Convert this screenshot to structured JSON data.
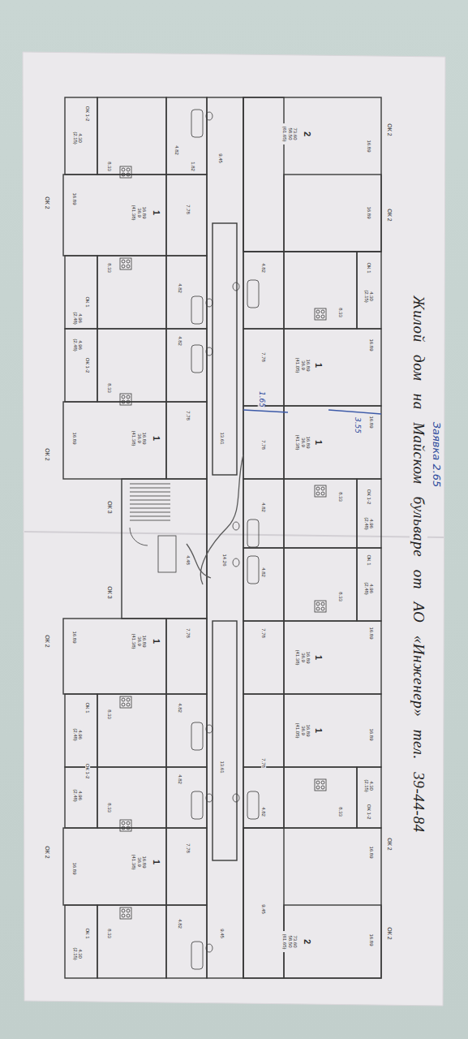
{
  "diagram": {
    "title": "Жилой дом на Майском бульваре от АО «Инженер» тел. 39-44-84",
    "labels": [
      "ОК 1-2",
      "4.30 (2.15)",
      "8.33",
      "4.82",
      "1.82",
      "9.45",
      "ОК 2",
      "16.89",
      "1",
      "16.89 36.9 (41.38)",
      "7.78",
      "8.33",
      "ОК 1",
      "4.96 (2.48)",
      "4.82",
      "ОК 1-2",
      "4.96 (2.48)",
      "8.33",
      "4.82",
      "16.89",
      "1",
      "16.89 36.9 (41.38)",
      "7.78",
      "ОК 2",
      "13.61",
      "ОК 3",
      "ОК 3",
      "4.48",
      "14.26",
      "16.89",
      "1",
      "16.89 36.9 (41.38)",
      "7.78",
      "ОК 2",
      "8.33",
      "ОК 1",
      "4.96 (2.48)",
      "4.82",
      "ОК 1-2",
      "4.96 (2.48)",
      "8.33",
      "4.82",
      "13.61",
      "ОК 2",
      "16.89",
      "1",
      "16.89 36.9 (41.38)",
      "7.78",
      "8.33",
      "ОК 1",
      "4.30 (2.15)",
      "4.82",
      "9.45",
      "2",
      "73.60 58.50 (61.65)",
      "16.89",
      "ОК 2",
      "16.89",
      "ОК 2",
      "4.82",
      "8.33",
      "ОК 1",
      "4.30 (2.15)",
      "16.89",
      "1",
      "16.89 36.9 (41.05)",
      "7.78",
      "1",
      "16.89 36.9 (41.38)",
      "7.78",
      "16.89",
      "4.82",
      "8.33",
      "ОК 1-2",
      "4.96 (2.48)",
      "4.82",
      "8.33",
      "ОК 1",
      "4.96 (2.48)",
      "16.89",
      "1",
      "16.89 36.9 (41.38)",
      "7.78",
      "1",
      "16.89 36.9 (41.05)",
      "16.89",
      "7.78",
      "8.33",
      "4.82",
      "ОК 1-2",
      "4.30 (2.15)",
      "16.89",
      "ОК 2",
      "9.45",
      "2",
      "73.60 58.50 (61.65)",
      "16.89",
      "ОК 2",
      "1.65",
      "3.55",
      "Заявка 2.65"
    ]
  }
}
